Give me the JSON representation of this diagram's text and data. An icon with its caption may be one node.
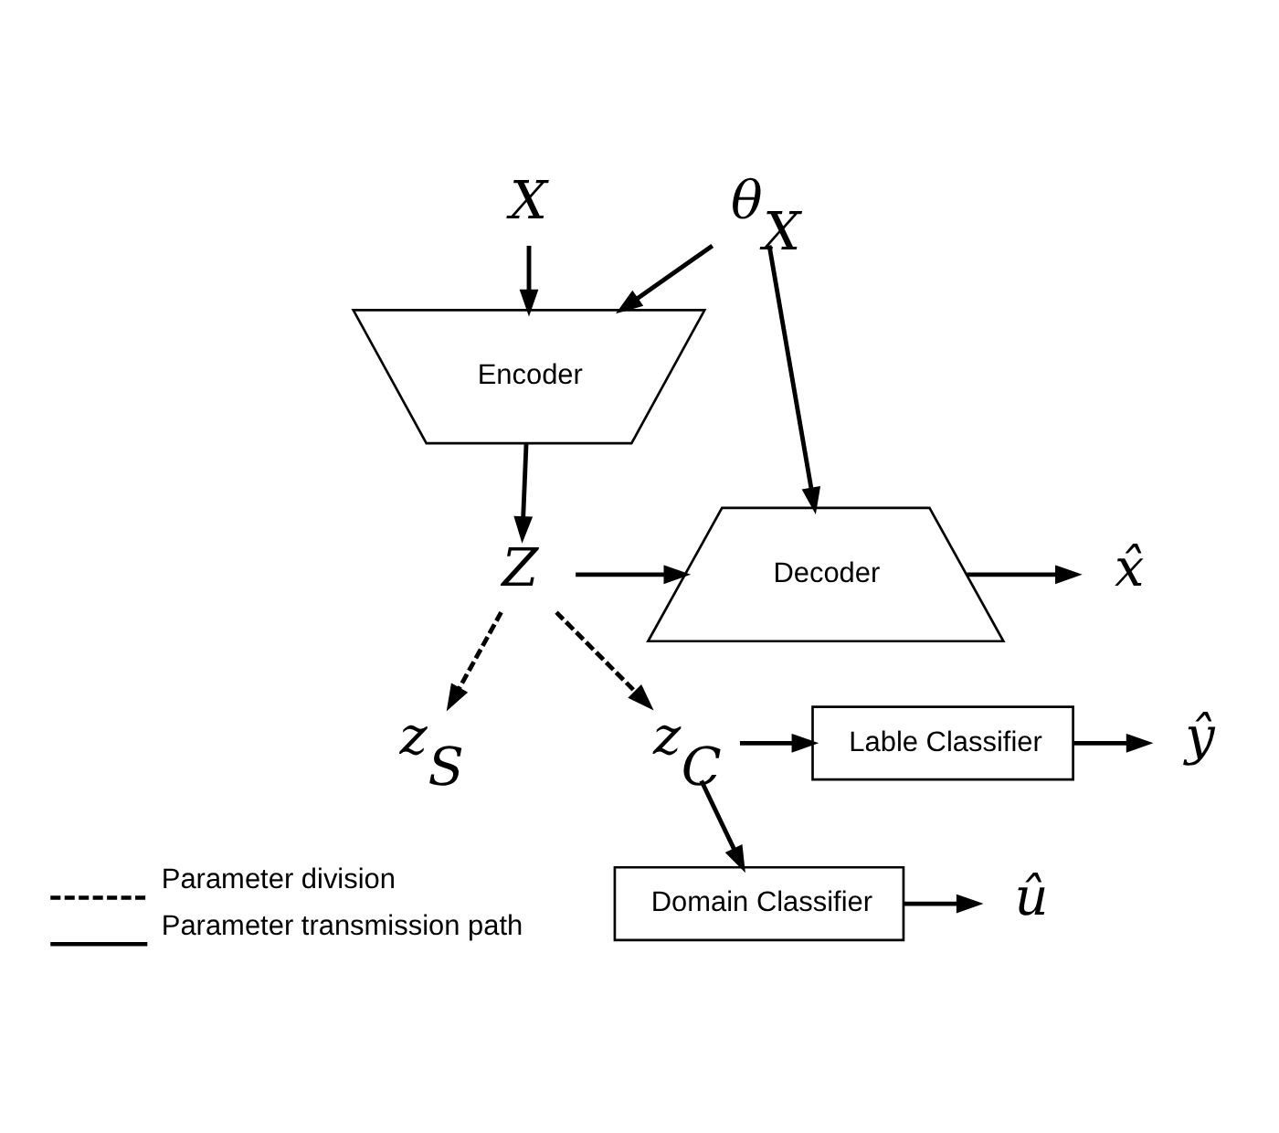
{
  "diagram": {
    "nodes": [
      {
        "text": [
          "X"
        ]
      },
      {
        "text": [
          "θ$_{X}$"
        ]
      },
      {
        "text": [
          "Encoder"
        ]
      },
      {
        "text": [
          "Decoder"
        ]
      },
      {
        "text": [
          "x̂"
        ]
      },
      {
        "text": [
          "Z"
        ]
      },
      {
        "text": [
          "Lable Classifier"
        ]
      },
      {
        "text": [
          "ŷ"
        ]
      },
      {
        "text": [
          "z$_{S}$"
        ]
      },
      {
        "text": [
          "z$_{C}$"
        ]
      },
      {
        "text": [
          "Domain Classifier"
        ]
      },
      {
        "text": [
          "û"
        ]
      }
    ],
    "edges": [
      {
        "from": 0,
        "to": 2,
        "arrow": "to"
      },
      {
        "from": 1,
        "to": 2,
        "arrow": "to"
      },
      {
        "from": 1,
        "to": 3,
        "arrow": "to"
      },
      {
        "from": 2,
        "to": 5,
        "arrow": "to"
      },
      {
        "from": 5,
        "to": 3,
        "arrow": "to"
      },
      {
        "from": 3,
        "to": 4,
        "arrow": "to"
      },
      {
        "from": 5,
        "to": 8,
        "arrow": "to",
        "style": "dashed"
      },
      {
        "from": 5,
        "to": 9,
        "arrow": "to",
        "style": "dashed"
      },
      {
        "from": 9,
        "to": 6,
        "arrow": "to"
      },
      {
        "from": 6,
        "to": 7,
        "arrow": "to"
      },
      {
        "from": 9,
        "to": 10,
        "arrow": "to"
      },
      {
        "from": 10,
        "to": 11,
        "arrow": "to"
      }
    ],
    "legend": [
      {
        "text": "Parameter division"
      },
      {
        "text": "Parameter transmission path"
      }
    ]
  }
}
